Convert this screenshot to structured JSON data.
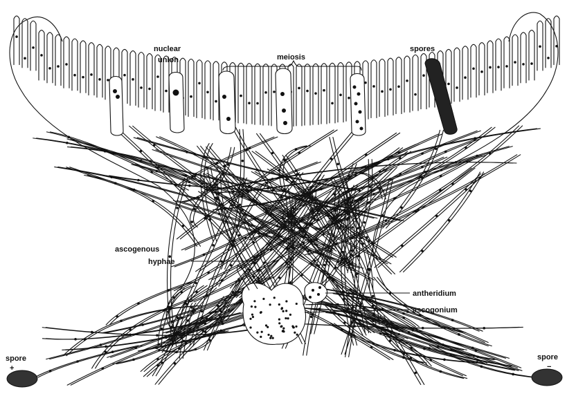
{
  "diagram": {
    "labels": {
      "nuclear_union_1": "nuclear",
      "nuclear_union_2": "union",
      "meiosis": "meiosis",
      "spores": "spores",
      "ascogenous_1": "ascogenous",
      "ascogenous_2": "hyphae",
      "antheridium": "antheridium",
      "ascogonium": "ascogonium",
      "spore_plus": "spore",
      "spore_plus_sign": "+",
      "spore_minus": "spore",
      "spore_minus_sign": "−"
    },
    "colors": {
      "ink": "#111111",
      "paper": "#ffffff"
    }
  }
}
